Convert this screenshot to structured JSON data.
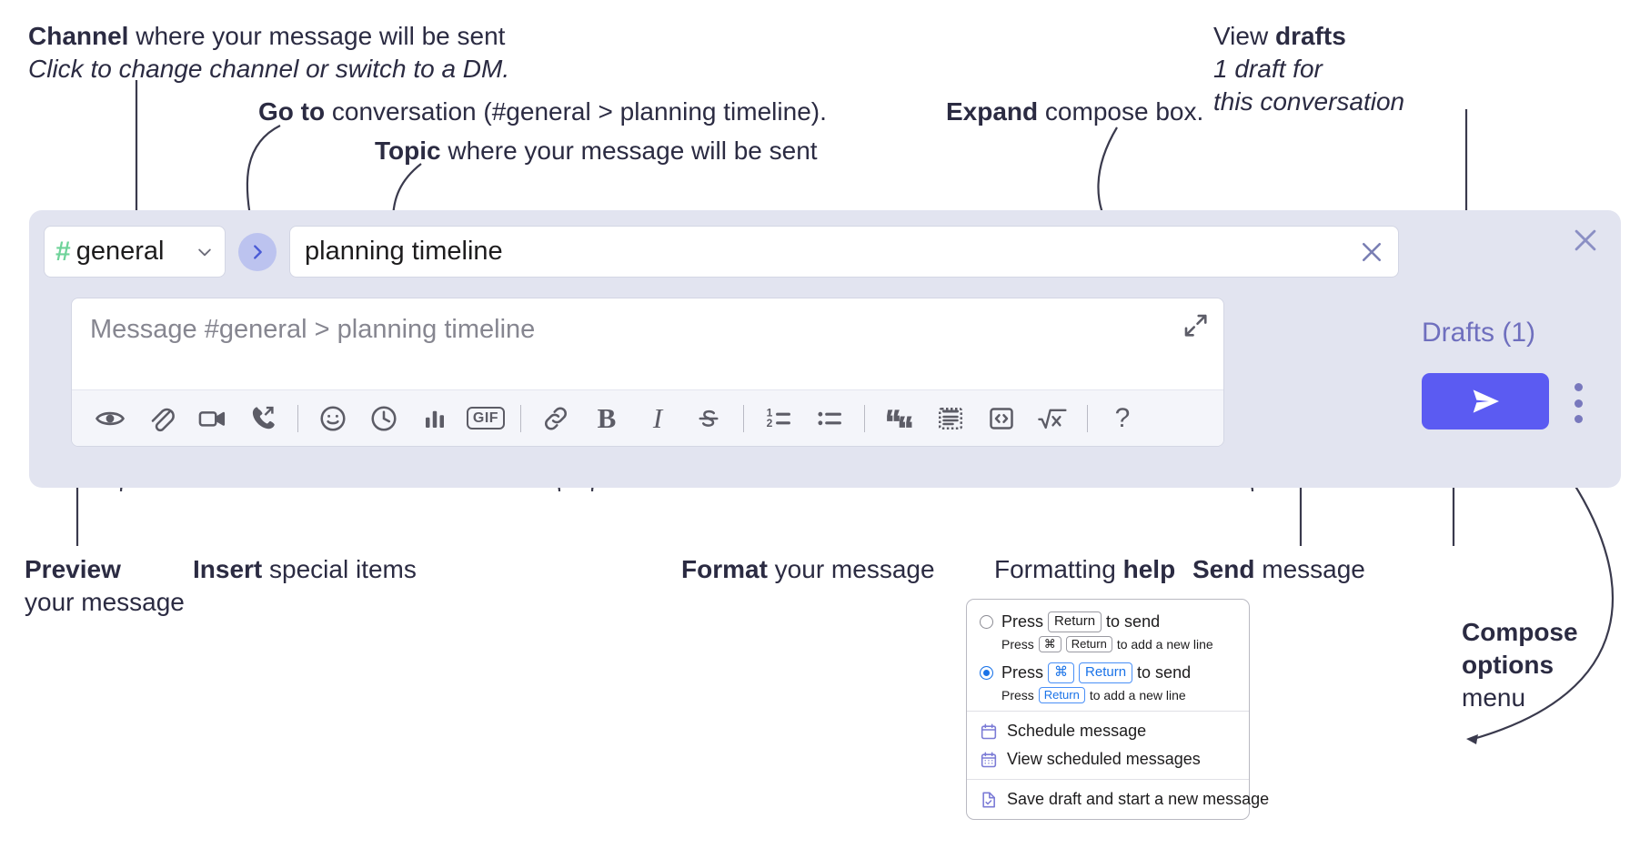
{
  "annotations": {
    "channel_title_bold": "Channel",
    "channel_title_rest": " where your message will be sent",
    "channel_sub": "Click to change channel or switch to a DM.",
    "goto_bold": "Go to",
    "goto_rest": " conversation (#general > planning timeline).",
    "topic_bold": "Topic",
    "topic_rest": " where your message will be sent",
    "expand_bold": "Expand",
    "expand_rest": " compose box.",
    "drafts_bold_pre": "View ",
    "drafts_bold": "drafts",
    "drafts_sub_line1": "1 draft for",
    "drafts_sub_line2": "this conversation",
    "preview_bold": "Preview",
    "preview_line2": "your message",
    "insert_bold": "Insert",
    "insert_rest": " special items",
    "format_bold": "Format",
    "format_rest": " your message",
    "help_pre": "Formatting ",
    "help_bold": "help",
    "send_bold": "Send",
    "send_rest": " message",
    "compose_bold_line1": "Compose",
    "compose_bold_line2": "options",
    "compose_line3": "menu"
  },
  "compose": {
    "channel": {
      "hash": "#",
      "name": "general",
      "chevron_icon": "chevron-down-icon"
    },
    "goto_icon": "chevron-right-icon",
    "topic": {
      "value": "planning timeline",
      "clear_icon": "close-icon"
    },
    "message": {
      "placeholder": "Message #general > planning timeline",
      "value": "",
      "expand_icon": "expand-diagonal-icon"
    },
    "panel_close_icon": "close-icon",
    "drafts_label": "Drafts (1)",
    "send_icon": "send-paper-plane-icon",
    "kebab_icon": "more-vertical-icon",
    "accent_send": "#5b5bf2",
    "accent_drafts_text": "#6f6fbe",
    "panel_bg": "#e2e4f0",
    "hash_color": "#6fd39a",
    "goto_bg": "#bcc3ef"
  },
  "toolbar": {
    "items": [
      {
        "name": "preview-icon",
        "label": "Preview"
      },
      {
        "name": "attachment-icon",
        "label": "Attach file"
      },
      {
        "name": "video-camera-icon",
        "label": "Record video clip"
      },
      {
        "name": "phone-forward-icon",
        "label": "Record audio clip"
      },
      {
        "name": "divider",
        "label": ""
      },
      {
        "name": "emoji-smiley-icon",
        "label": "Emoji"
      },
      {
        "name": "clock-icon",
        "label": "Recent"
      },
      {
        "name": "bar-chart-icon",
        "label": "Poll"
      },
      {
        "name": "gif-icon",
        "label": "GIF"
      },
      {
        "name": "divider",
        "label": ""
      },
      {
        "name": "link-icon",
        "label": "Link"
      },
      {
        "name": "bold-icon",
        "label": "B"
      },
      {
        "name": "italic-icon",
        "label": "I"
      },
      {
        "name": "strikethrough-icon",
        "label": "Strikethrough"
      },
      {
        "name": "divider",
        "label": ""
      },
      {
        "name": "ordered-list-icon",
        "label": "Ordered list"
      },
      {
        "name": "bulleted-list-icon",
        "label": "Bulleted list"
      },
      {
        "name": "divider",
        "label": ""
      },
      {
        "name": "blockquote-icon",
        "label": "Blockquote"
      },
      {
        "name": "code-block-icon",
        "label": "Code block"
      },
      {
        "name": "code-inline-icon",
        "label": "Code"
      },
      {
        "name": "math-formula-icon",
        "label": "Formula"
      },
      {
        "name": "divider",
        "label": ""
      },
      {
        "name": "help-question-icon",
        "label": "?"
      }
    ],
    "gif_label": "GIF",
    "bold_label": "B",
    "italic_label": "I",
    "help_label": "?"
  },
  "menu": {
    "options": [
      {
        "selected": false,
        "main_pre": "Press",
        "main_keys": [
          "Return"
        ],
        "main_post": "to send",
        "sub_pre": "Press",
        "sub_keys": [
          "⌘",
          "Return"
        ],
        "sub_post": "to add a new line"
      },
      {
        "selected": true,
        "main_pre": "Press",
        "main_keys": [
          "⌘",
          "Return"
        ],
        "main_post": "to send",
        "sub_pre": "Press",
        "sub_keys": [
          "Return"
        ],
        "sub_post": "to add a new line"
      }
    ],
    "items": [
      {
        "icon": "calendar-schedule-icon",
        "label": "Schedule message"
      },
      {
        "icon": "calendar-list-icon",
        "label": "View scheduled messages"
      },
      {
        "icon": "save-draft-icon",
        "label": "Save draft and start a new message"
      }
    ]
  }
}
